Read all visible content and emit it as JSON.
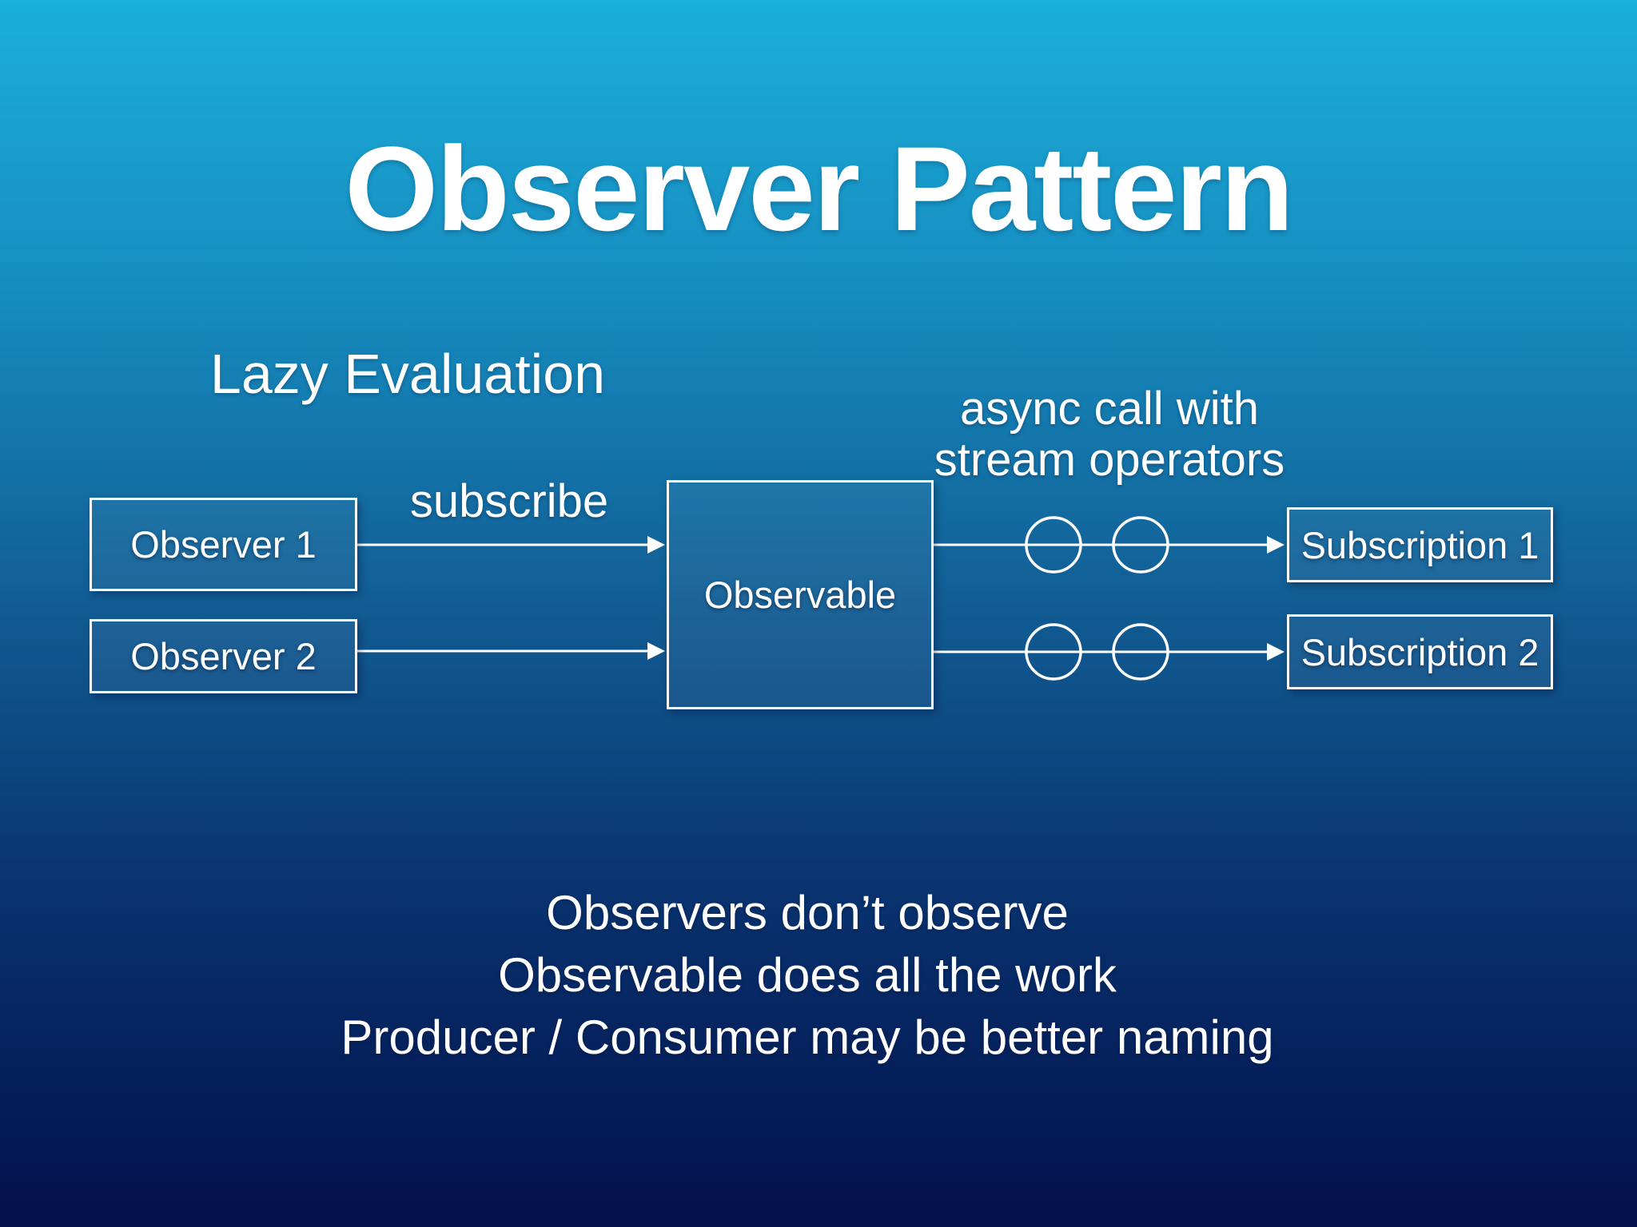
{
  "slide": {
    "title": "Observer Pattern",
    "subtitle": "Lazy Evaluation",
    "annotations": {
      "subscribe": "subscribe",
      "async_line1": "async call with",
      "async_line2": "stream operators"
    },
    "nodes": {
      "observer1": {
        "label": "Observer 1"
      },
      "observer2": {
        "label": "Observer 2"
      },
      "observable": {
        "label": "Observable"
      },
      "subscription1": {
        "label": "Subscription 1"
      },
      "subscription2": {
        "label": "Subscription 2"
      }
    },
    "footer": {
      "lines": [
        "Observers don’t observe",
        "Observable does all the work",
        "Producer / Consumer may be better naming"
      ]
    },
    "colors": {
      "bg_top": "#1BAFDC",
      "bg_upper": "#168ABD",
      "bg_mid": "#115D94",
      "bg_lower": "#093470",
      "bg_bottom": "#03104A",
      "stroke": "#FFFFFF"
    }
  }
}
